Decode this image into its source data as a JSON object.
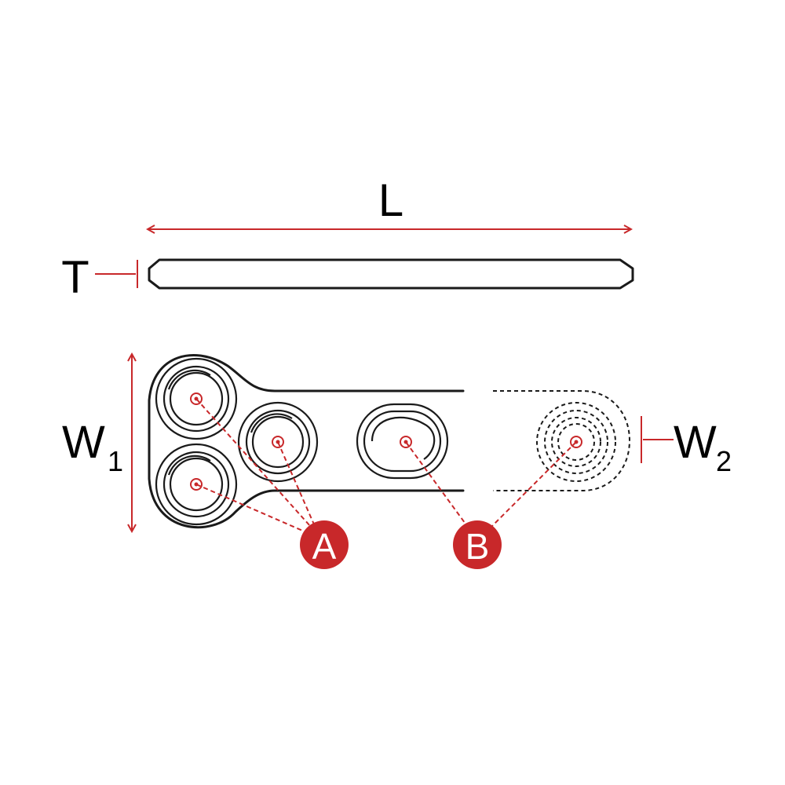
{
  "dimensions": {
    "length_label": "L",
    "thickness_label": "T",
    "width1_label": "W",
    "width1_sub": "1",
    "width2_label": "W",
    "width2_sub": "2"
  },
  "markers": {
    "a_label": "A",
    "b_label": "B"
  },
  "colors": {
    "accent": "#c8282a",
    "outline": "#1a1a1a",
    "background": "#ffffff"
  }
}
